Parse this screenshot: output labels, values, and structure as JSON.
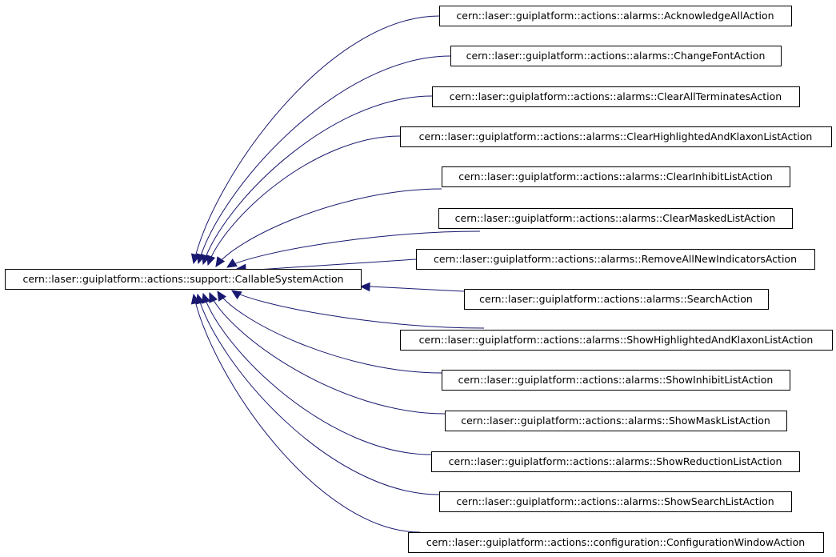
{
  "diagram": {
    "base_class": "cern::laser::guiplatform::actions::support::CallableSystemAction",
    "derived_classes": [
      "cern::laser::guiplatform::actions::alarms::AcknowledgeAllAction",
      "cern::laser::guiplatform::actions::alarms::ChangeFontAction",
      "cern::laser::guiplatform::actions::alarms::ClearAllTerminatesAction",
      "cern::laser::guiplatform::actions::alarms::ClearHighlightedAndKlaxonListAction",
      "cern::laser::guiplatform::actions::alarms::ClearInhibitListAction",
      "cern::laser::guiplatform::actions::alarms::ClearMaskedListAction",
      "cern::laser::guiplatform::actions::alarms::RemoveAllNewIndicatorsAction",
      "cern::laser::guiplatform::actions::alarms::SearchAction",
      "cern::laser::guiplatform::actions::alarms::ShowHighlightedAndKlaxonListAction",
      "cern::laser::guiplatform::actions::alarms::ShowInhibitListAction",
      "cern::laser::guiplatform::actions::alarms::ShowMaskListAction",
      "cern::laser::guiplatform::actions::alarms::ShowReductionListAction",
      "cern::laser::guiplatform::actions::alarms::ShowSearchListAction",
      "cern::laser::guiplatform::actions::configuration::ConfigurationWindowAction"
    ],
    "edge_color": "#191970"
  }
}
